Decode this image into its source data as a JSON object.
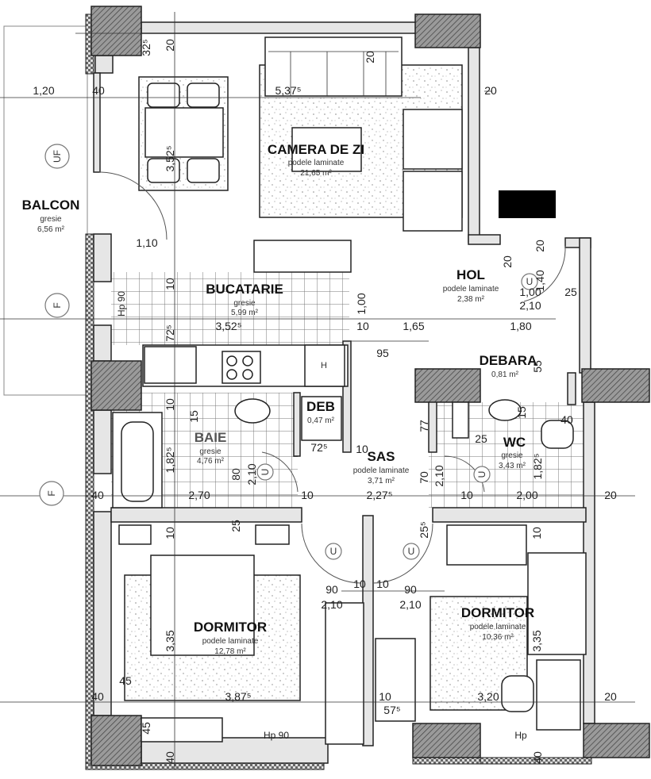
{
  "rooms": {
    "camera": {
      "name": "CAMERA DE ZI",
      "floor": "podele laminate",
      "area": "21,65 m²"
    },
    "balcon": {
      "name": "BALCON",
      "floor": "gresie",
      "area": "6,56 m²"
    },
    "bucatarie": {
      "name": "BUCATARIE",
      "floor": "gresie",
      "area": "5,99 m²"
    },
    "hol": {
      "name": "HOL",
      "floor": "podele laminate",
      "area": "2,38 m²"
    },
    "debara": {
      "name": "DEBARA",
      "area": "0,81 m²"
    },
    "deb": {
      "name": "DEB",
      "area": "0,47 m²"
    },
    "baie": {
      "name": "BAIE",
      "floor": "gresie",
      "area": "4,76 m²"
    },
    "sas": {
      "name": "SAS",
      "floor": "podele laminate",
      "area": "3,71 m²"
    },
    "wc": {
      "name": "WC",
      "floor": "gresie",
      "area": "3,43 m²"
    },
    "dormitor1": {
      "name": "DORMITOR",
      "floor": "podele laminate",
      "area": "12,78 m²"
    },
    "dormitor2": {
      "name": "DORMITOR",
      "floor": "podele laminate",
      "area": "10,36 m²"
    }
  },
  "appliance_label": "H",
  "symbols": {
    "uf": "UF",
    "f": "F",
    "u": "U"
  },
  "dims": [
    "32⁵",
    "20",
    "1,20",
    "40",
    "5,37⁵",
    "20",
    "20",
    "3,52⁵",
    "1,10",
    "10",
    "Hp 90",
    "72⁵",
    "3,52⁵",
    "1,00",
    "10",
    "1,65",
    "95",
    "1,80",
    "20",
    "20",
    "1,40",
    "1,00",
    "2,10",
    "25",
    "55",
    "10",
    "15",
    "77",
    "15",
    "40",
    "25",
    "72⁵",
    "10",
    "1,82⁵",
    "80",
    "2,10",
    "70",
    "2,10",
    "1,82⁵",
    "40",
    "2,70",
    "10",
    "2,27⁵",
    "10",
    "2,00",
    "20",
    "10",
    "25",
    "25⁵",
    "10",
    "90",
    "10",
    "10",
    "90",
    "2,10",
    "2,10",
    "3,35",
    "3,35",
    "45",
    "40",
    "3,87⁵",
    "10",
    "57⁵",
    "3,20",
    "20",
    "45",
    "Hp 90",
    "Hp",
    "40",
    "40"
  ],
  "colors": {
    "wall_fill": "#e6e6e6",
    "line": "#222222",
    "hatch": "#555555"
  }
}
